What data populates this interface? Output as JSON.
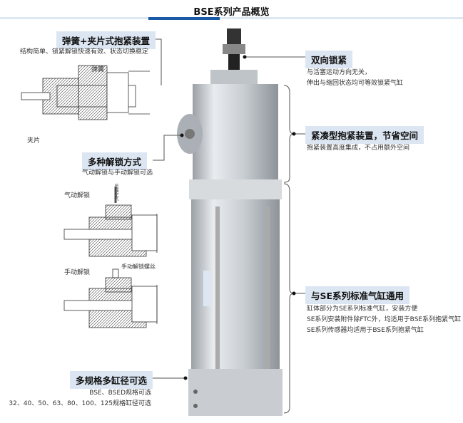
{
  "title": "BSE系列产品概览",
  "features": {
    "spring_clamp": {
      "label": "弹簧+夹片式抱紧装置",
      "desc": "结构简单、锁紧解锁快速有效、状态切换稳定",
      "callouts": [
        "弹簧",
        "夹片"
      ]
    },
    "unlock_modes": {
      "label": "多种解锁方式",
      "desc": "气动解锁与手动解锁可选",
      "pneumatic": "气动解锁",
      "air_label": "压缩空气",
      "manual": "手动解锁",
      "screw_label": "手动解锁螺丝"
    },
    "bidirectional": {
      "label": "双向锁紧",
      "desc": [
        "与活塞运动方向无关，",
        "伸出与缩回状态均可等效锁紧气缸"
      ]
    },
    "compact": {
      "label": "紧凑型抱紧装置，节省空间",
      "desc": "抱紧装置高度集成，不占用额外空间"
    },
    "se_compat": {
      "label": "与SE系列标准气缸通用",
      "desc": [
        "缸体部分为SE系列标准气缸，安装方便",
        "SE系列安装附件除FTC外，均适用于BSE系列抱紧气缸",
        "SE系列传感器均适用于BSE系列抱紧气缸"
      ]
    },
    "specs": {
      "label": "多规格多缸径可选",
      "desc": [
        "BSE、BSED规格可选",
        "32、40、50、63、80、100、125规格缸径可选"
      ]
    }
  }
}
